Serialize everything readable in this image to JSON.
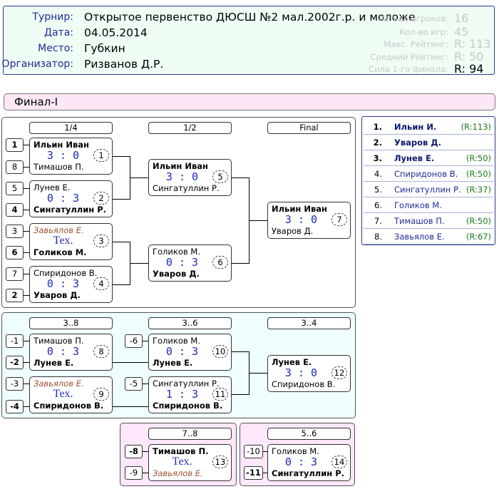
{
  "header": {
    "labels": {
      "tournament": "Турнир:",
      "date": "Дата:",
      "place": "Место:",
      "organizer": "Организатор:"
    },
    "values": {
      "tournament": "Открытое первенство ДЮСШ №2 мал.2002г.р. и моложе",
      "date": "04.05.2014",
      "place": "Губкин",
      "organizer": "Ризванов Д.Р."
    },
    "stats": [
      {
        "label": "Кол-во игроков:",
        "value": "16"
      },
      {
        "label": "Кол-во игр:",
        "value": "45"
      },
      {
        "label": "Макс. Рейтинг:",
        "value": "R: 113"
      },
      {
        "label": "Средний Рейтинг:",
        "value": "R:  50"
      },
      {
        "label": "Сила 1-го финала:",
        "value": "R:  94"
      }
    ]
  },
  "final_title": "Финал-I",
  "rounds": {
    "r1": "1/4",
    "r2": "1/2",
    "r3": "Final",
    "c1": "3..8",
    "c2": "3..6",
    "c3": "3..4",
    "p78": "7..8",
    "p56": "5..6"
  },
  "seeds": [
    "1",
    "8",
    "5",
    "4",
    "3",
    "6",
    "7",
    "2",
    "-1",
    "-2",
    "-3",
    "-4",
    "-6",
    "-5",
    "-8",
    "-9",
    "-10",
    "-11"
  ],
  "matches": [
    {
      "p1": "Ильин Иван",
      "p2": "Тимашов П.",
      "score": "3 : 0",
      "num": "1"
    },
    {
      "p1": "Лунев Е.",
      "p2": "Сингатуллин Р.",
      "score": "0 : 3",
      "num": "2"
    },
    {
      "p1": "Завьялов Е.",
      "p2": "Голиков М.",
      "score": "Тех.",
      "num": "3"
    },
    {
      "p1": "Спиридонов В.",
      "p2": "Уваров Д.",
      "score": "0 : 3",
      "num": "4"
    },
    {
      "p1": "Ильин Иван",
      "p2": "Сингатуллин Р.",
      "score": "3 : 0",
      "num": "5"
    },
    {
      "p1": "Голиков М.",
      "p2": "Уваров Д.",
      "score": "0 : 3",
      "num": "6"
    },
    {
      "p1": "Ильин Иван",
      "p2": "Уваров Д.",
      "score": "3 : 0",
      "num": "7"
    },
    {
      "p1": "Тимашов П.",
      "p2": "Лунев Е.",
      "score": "0 : 3",
      "num": "8"
    },
    {
      "p1": "Завьялов Е.",
      "p2": "Спиридонов В.",
      "score": "Тех.",
      "num": "9"
    },
    {
      "p1": "Голиков М.",
      "p2": "Лунев Е.",
      "score": "0 : 3",
      "num": "10"
    },
    {
      "p1": "Сингатуллин Р.",
      "p2": "Спиридонов В.",
      "score": "1 : 3",
      "num": "11"
    },
    {
      "p1": "Лунев Е.",
      "p2": "Спиридонов В.",
      "score": "3 : 0",
      "num": "12"
    },
    {
      "p1": "Тимашов П.",
      "p2": "Завьялов Е.",
      "score": "Тех.",
      "num": "13"
    },
    {
      "p1": "Голиков М.",
      "p2": "Сингатуллин Р.",
      "score": "0 : 3",
      "num": "14"
    }
  ],
  "ranking": [
    {
      "pos": "1.",
      "name": "Ильин И.",
      "rating": "(R:113)"
    },
    {
      "pos": "2.",
      "name": "Уваров Д.",
      "rating": ""
    },
    {
      "pos": "3.",
      "name": "Лунев Е.",
      "rating": "(R:50)"
    },
    {
      "pos": "4.",
      "name": "Спиридонов В.",
      "rating": "(R:50)"
    },
    {
      "pos": "5.",
      "name": "Сингатуллин Р.",
      "rating": "(R:37)"
    },
    {
      "pos": "6.",
      "name": "Голиков М.",
      "rating": ""
    },
    {
      "pos": "7.",
      "name": "Тимашов П.",
      "rating": "(R:50)"
    },
    {
      "pos": "8.",
      "name": "Завьялов Е.",
      "rating": "(R:67)"
    }
  ],
  "colors": {
    "header_bg": "#effdf5",
    "final_bar_bg": "#fde7f6",
    "consolation_bg": "#effefe",
    "placement_bg": "#fde7fb",
    "score_blue": "#1f2bb5",
    "rating_green": "#1a7a1a",
    "forfeit_brown": "#a0522d"
  }
}
